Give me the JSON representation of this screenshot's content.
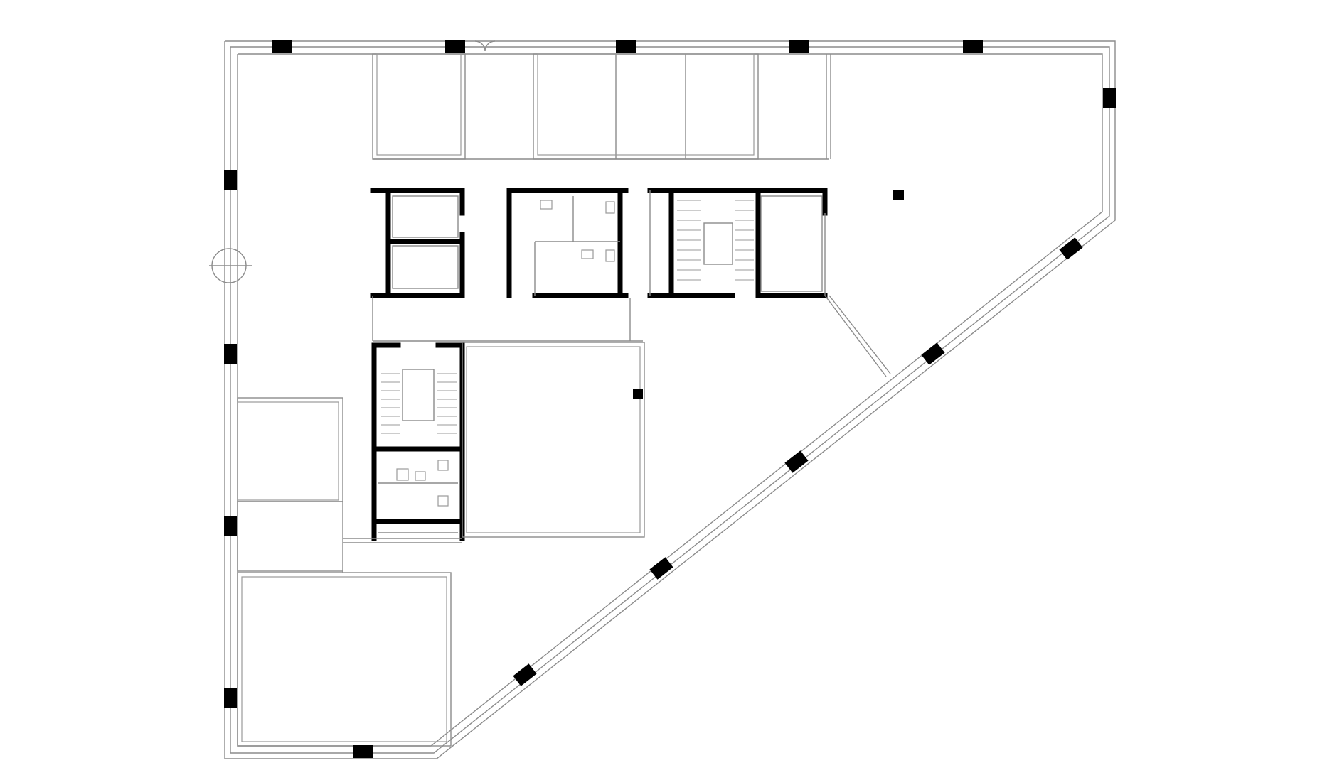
{
  "drawing": {
    "type": "architectural floor plan",
    "labels": [],
    "colors": {
      "background": "#ffffff",
      "structure": "#000000",
      "partition": "#8c8c8c"
    },
    "elements": {
      "structural_columns": 19,
      "stair_cores": 2,
      "elevator_cars": 2,
      "washroom_cores": 2,
      "entrances": 2
    }
  }
}
